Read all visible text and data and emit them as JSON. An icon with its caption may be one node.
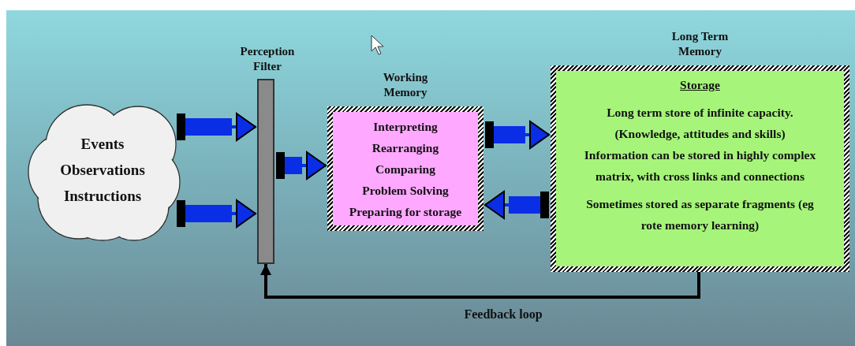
{
  "diagram": {
    "nodes": [
      {
        "text": [
          "Events",
          "Observations",
          "Instructions"
        ]
      },
      {
        "text": [
          "Perception Filter"
        ]
      },
      {
        "text": [
          "Working Memory",
          "Interpreting",
          "Rearranging",
          "Comparing",
          "Problem Solving",
          "Preparing for storage"
        ]
      },
      {
        "text": [
          "Long Term Memory",
          "Storage",
          "Long term store of infinite capacity.",
          "(Knowledge, attitudes and skills)",
          "Information can be stored in highly complex matrix, with cross links and connections",
          "Sometimes stored as separate fragments (eg rote memory learning)"
        ]
      }
    ],
    "edges": [
      {
        "from": 0,
        "to": 1,
        "arrow": "to"
      },
      {
        "from": 0,
        "to": 1,
        "arrow": "to"
      },
      {
        "from": 1,
        "to": 2,
        "arrow": "to"
      },
      {
        "from": 2,
        "to": 3,
        "arrow": "to"
      },
      {
        "from": 3,
        "to": 2,
        "arrow": "to"
      },
      {
        "from": 3,
        "to": 1,
        "arrow": "to",
        "label": "Feedback loop",
        "color": "#000000"
      }
    ]
  }
}
